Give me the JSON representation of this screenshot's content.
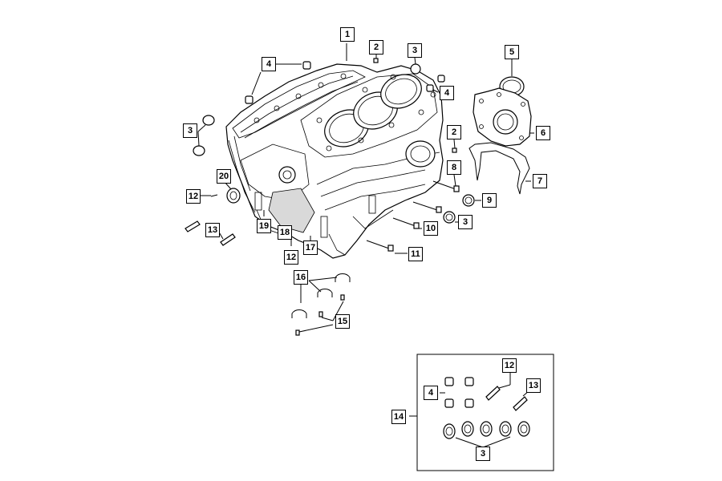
{
  "callouts": {
    "c1": "1",
    "c2a": "2",
    "c2b": "2",
    "c3a": "3",
    "c3b": "3",
    "c3c": "3",
    "c3d": "3",
    "c4a": "4",
    "c4b": "4",
    "c4c": "4",
    "c5": "5",
    "c6": "6",
    "c7": "7",
    "c8": "8",
    "c9": "9",
    "c10": "10",
    "c11": "11",
    "c12a": "12",
    "c12b": "12",
    "c12c": "12",
    "c13a": "13",
    "c13b": "13",
    "c14": "14",
    "c15": "15",
    "c16": "16",
    "c17": "17",
    "c18": "18",
    "c19": "19",
    "c20": "20"
  }
}
